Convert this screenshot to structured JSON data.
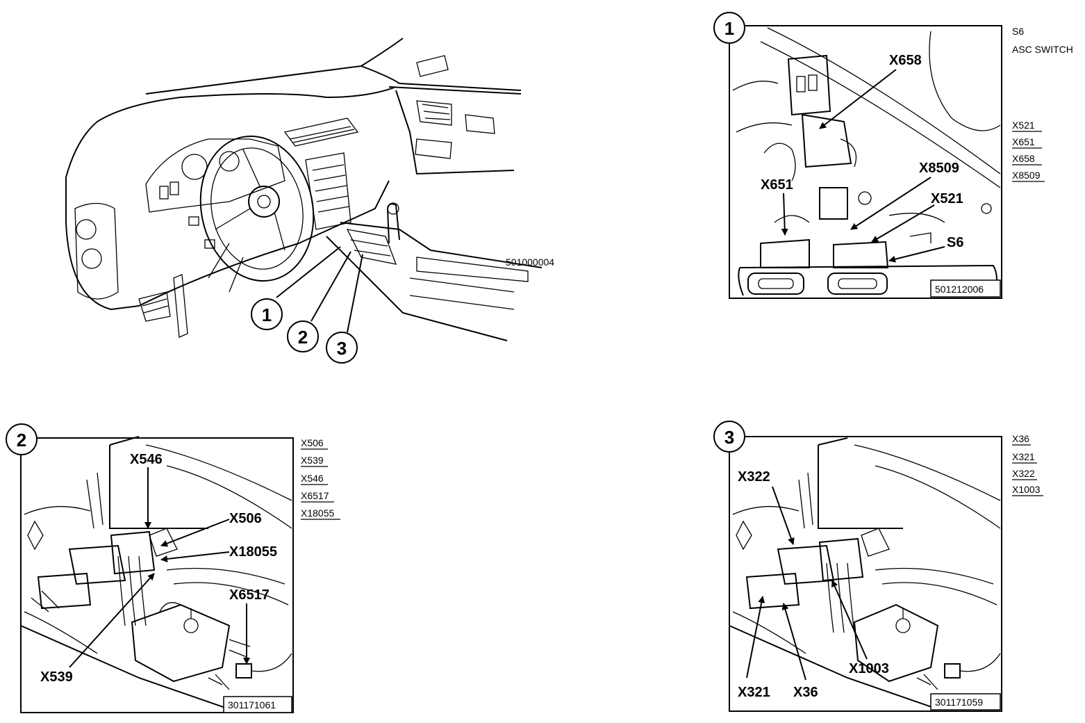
{
  "overview": {
    "code": "501000004",
    "callouts": [
      "1",
      "2",
      "3"
    ]
  },
  "panel1": {
    "number": "1",
    "code": "501212006",
    "side_title": "S6",
    "side_subtitle": "ASC SWITCH",
    "side_list": [
      "X521",
      "X651",
      "X658",
      "X8509"
    ],
    "labels": {
      "x658": "X658",
      "x8509": "X8509",
      "x651": "X651",
      "x521": "X521",
      "s6": "S6"
    }
  },
  "panel2": {
    "number": "2",
    "code": "301171061",
    "side_list": [
      "X506",
      "X539",
      "X546",
      "X6517",
      "X18055"
    ],
    "labels": {
      "x546": "X546",
      "x506": "X506",
      "x18055": "X18055",
      "x6517": "X6517",
      "x539": "X539"
    }
  },
  "panel3": {
    "number": "3",
    "code": "301171059",
    "side_list": [
      "X36",
      "X321",
      "X322",
      "X1003"
    ],
    "labels": {
      "x322": "X322",
      "x1003": "X1003",
      "x321": "X321",
      "x36": "X36"
    }
  }
}
